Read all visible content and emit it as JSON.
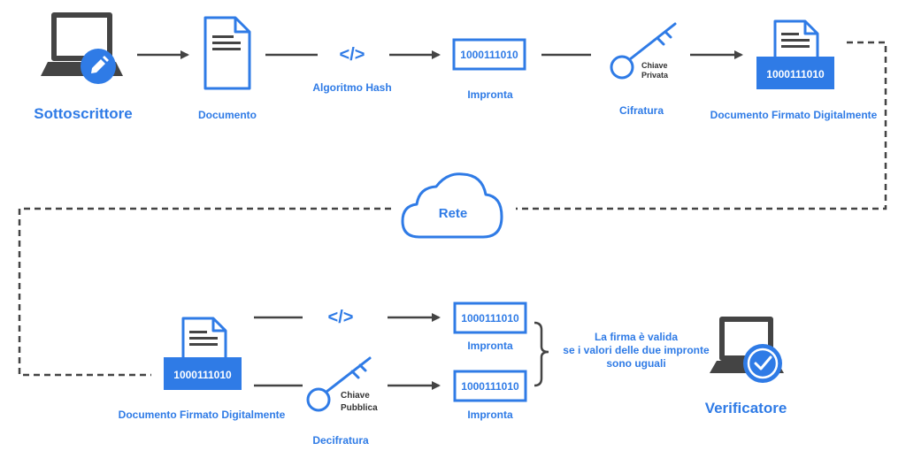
{
  "colors": {
    "accent": "#2f7be6",
    "arrow": "#444444",
    "icon_dark": "#444444"
  },
  "top_row": {
    "signer": "Sottoscrittore",
    "document": "Documento",
    "hash": "Algoritmo Hash",
    "hash_symbol": "</>",
    "fingerprint": "Impronta",
    "fingerprint_value": "1000111010",
    "encryption": "Cifratura",
    "private_key_line1": "Chiave",
    "private_key_line2": "Privata",
    "signed_document": "Documento Firmato Digitalmente",
    "signed_value": "1000111010"
  },
  "network": {
    "label": "Rete"
  },
  "bottom_row": {
    "signed_document": "Documento Firmato Digitalmente",
    "signed_value": "1000111010",
    "hash_symbol": "</>",
    "fingerprint1": "Impronta",
    "fingerprint1_value": "1000111010",
    "fingerprint2": "Impronta",
    "fingerprint2_value": "1000111010",
    "public_key_line1": "Chiave",
    "public_key_line2": "Pubblica",
    "decryption": "Decifratura",
    "result_line1": "La firma è valida",
    "result_line2": "se i valori delle due impronte",
    "result_line3": "sono uguali",
    "verifier": "Verificatore"
  }
}
